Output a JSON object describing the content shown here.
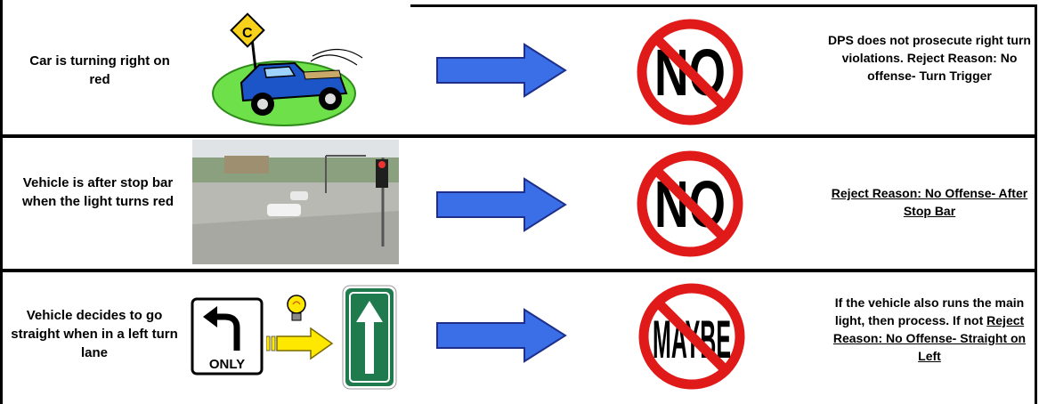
{
  "rows": [
    {
      "condition": "Car is turning right on red",
      "verdict": "NO",
      "note": "DPS does not prosecute right turn violations.  Reject Reason: No offense- Turn Trigger"
    },
    {
      "condition": "Vehicle is after stop bar when the light turns red",
      "verdict": "NO",
      "note_underlined": "Reject Reason: No Offense- After Stop Bar"
    },
    {
      "condition": "Vehicle decides to go straight when in a left turn lane",
      "verdict": "MAYBE",
      "note_plain": "If the vehicle also runs the main light, then process. If not ",
      "note_underlined": "Reject Reason: No Offense- Straight on Left",
      "sign_text": "ONLY"
    }
  ],
  "colors": {
    "arrow": "#3b6fe8",
    "prohibition": "#e01919",
    "sign_green": "#1f7a4d",
    "bulb": "#ffe800"
  },
  "icons": [
    "car-clipart-icon",
    "traffic-photo",
    "left-turn-only-sign-icon",
    "lightbulb-icon",
    "yellow-arrow-icon",
    "straight-arrow-sign-icon",
    "blue-arrow-icon",
    "no-symbol-icon"
  ]
}
